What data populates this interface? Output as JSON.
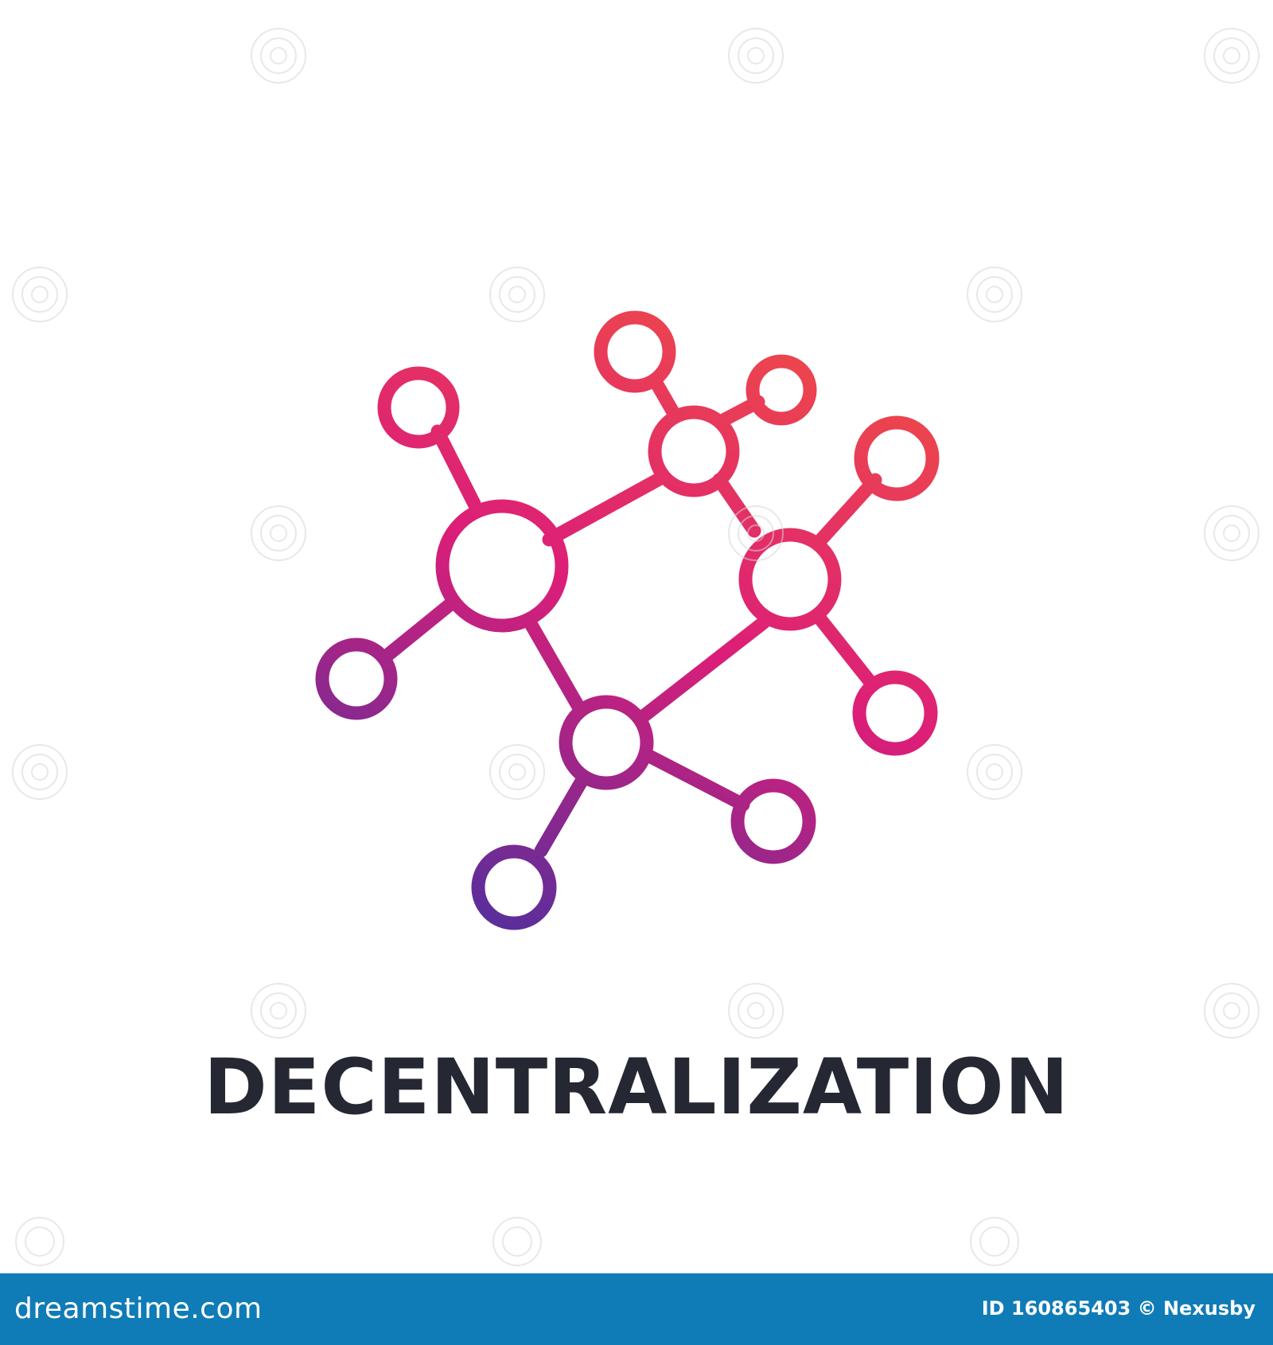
{
  "graphic": {
    "title": "DECENTRALIZATION",
    "icon": "network-nodes-icon",
    "gradient_colors": {
      "top": "#ef4b47",
      "middle": "#dc1e78",
      "bottom": "#5a2e9b"
    },
    "text_color": "#252733"
  },
  "footer": {
    "brand": "dreamstime.com",
    "credit": "ID 160865403 © Nexusby",
    "background_color": "#0f7cb7"
  }
}
